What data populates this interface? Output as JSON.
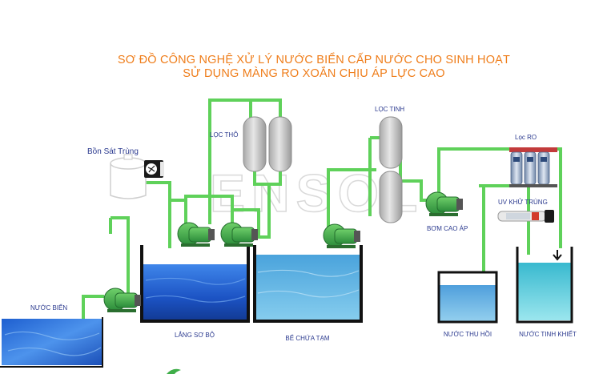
{
  "title": {
    "line1": "SƠ ĐỒ CÔNG NGHỆ XỬ LÝ NƯỚC BIỂN CẤP NƯỚC CHO SINH HOẠT",
    "line2": "SỬ DỤNG MÀNG RO XOẮN CHỊU ÁP LỰC CAO"
  },
  "watermark": "ENSOL",
  "labels": {
    "sterilizer_tank": "Bồn Sát Trùng",
    "coarse_filter": "LỌC THÔ",
    "fine_filter": "LỌC TINH",
    "ro_filter": "Lọc RO",
    "uv_sterilizer": "UV KHỬ TRÙNG",
    "high_pressure_pump": "BƠM CAO ÁP",
    "seawater": "NƯỚC BIỂN",
    "settling_tank": "LẮNG SƠ BỘ",
    "temp_tank": "BỂ CHỨA TẠM",
    "reject_water": "NƯỚC THU HỒI",
    "pure_water": "NƯỚC TINH KHIẾT"
  },
  "colors": {
    "title": "#ef7d1a",
    "label": "#2b3a8f",
    "pipe": "#5fd15a",
    "pump": "#3fae49",
    "tank_wall": "#111111",
    "deep_water": "#1f5fd0",
    "light_water": "#5fb7e6"
  },
  "icons": {
    "pump": "centrifugal-pump-icon",
    "filter": "filter-vessel-icon",
    "doser": "dosing-pump-icon",
    "uv": "uv-lamp-icon"
  }
}
